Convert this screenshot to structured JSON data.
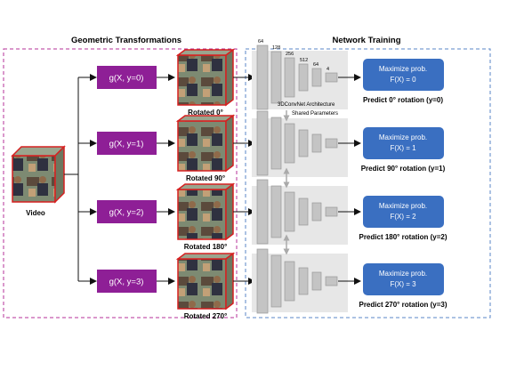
{
  "sections": {
    "left_title": "Geometric Transformations",
    "right_title": "Network Training"
  },
  "input": {
    "label": "Video"
  },
  "transforms": [
    {
      "func": "g(X, y=0)",
      "caption": "Rotated 0°"
    },
    {
      "func": "g(X, y=1)",
      "caption": "Rotated 90°"
    },
    {
      "func": "g(X, y=2)",
      "caption": "Rotated 180°"
    },
    {
      "func": "g(X, y=3)",
      "caption": "Rotated 270°"
    }
  ],
  "network": {
    "layer_sizes": [
      "64",
      "128",
      "256",
      "512",
      "64",
      "4"
    ],
    "arch_label": "3DConvNet Architecture",
    "shared_label": "Shared Parameters"
  },
  "outputs": [
    {
      "line1": "Maximize prob.",
      "line2": "F(X) = 0",
      "prediction": "Predict 0° rotation (y=0)"
    },
    {
      "line1": "Maximize prob.",
      "line2": "F(X) = 1",
      "prediction": "Predict 90° rotation (y=1)"
    },
    {
      "line1": "Maximize prob.",
      "line2": "F(X) = 2",
      "prediction": "Predict 180° rotation (y=2)"
    },
    {
      "line1": "Maximize prob.",
      "line2": "F(X) = 3",
      "prediction": "Predict 270° rotation (y=3)"
    }
  ],
  "colors": {
    "func_box": "#8e1f96",
    "output_box": "#3a6fc1",
    "left_border": "#b4309a",
    "right_border": "#5a86c7",
    "net_panel": "#e7e7e7",
    "layer_fill": "#c4c4c4",
    "cube_edge": "#d62020"
  }
}
